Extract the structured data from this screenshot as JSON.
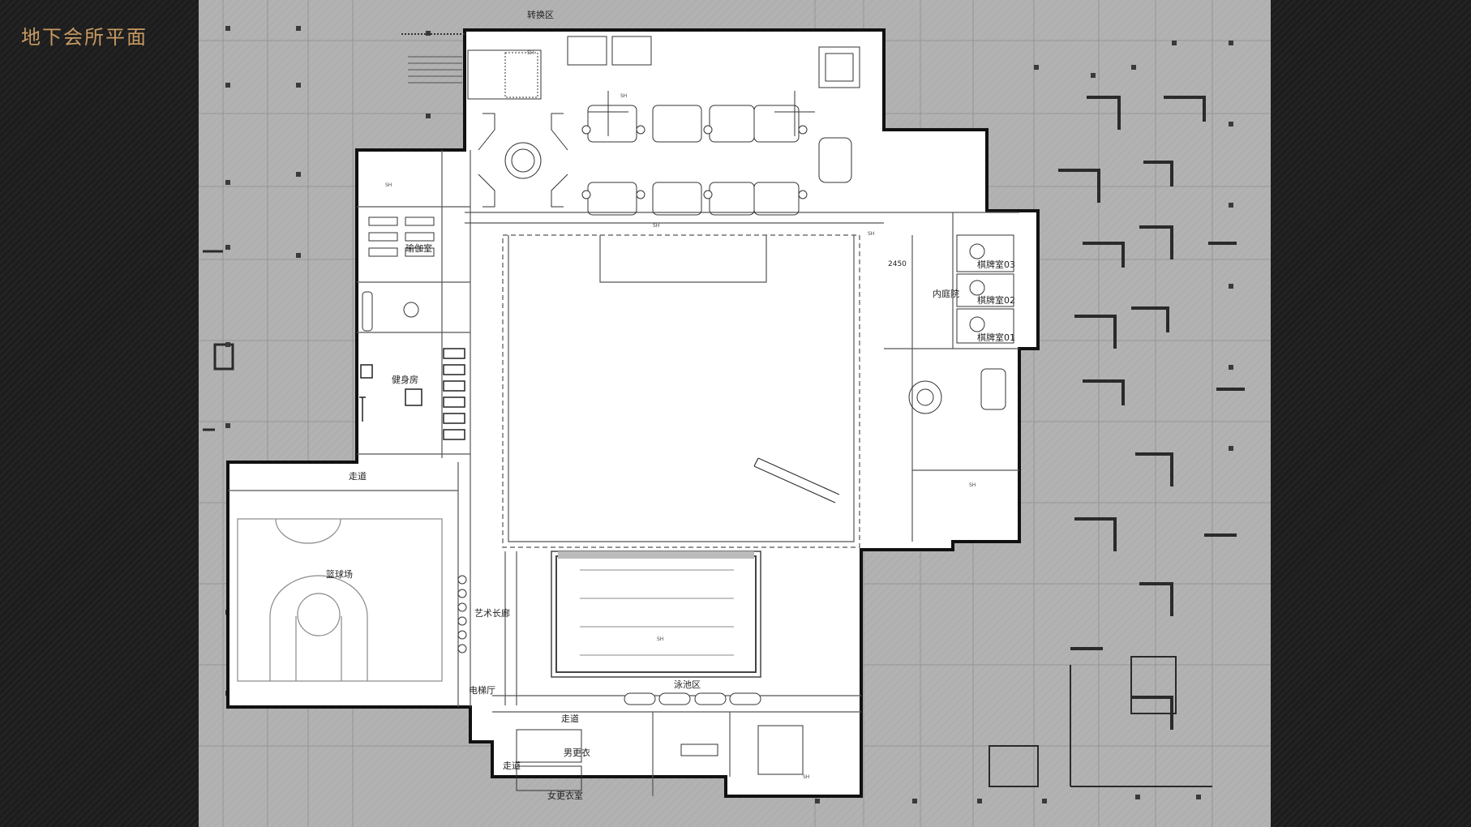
{
  "page": {
    "title": "地下会所平面"
  },
  "plan": {
    "rooms": {
      "transfer_zone": "转换区",
      "inner_courtyard": "内庭院",
      "chess_room_03": "棋牌室03",
      "chess_room_02": "棋牌室02",
      "chess_room_01": "棋牌室01",
      "yoga_room": "瑜伽室",
      "gym": "健身房",
      "corridor_top": "走道",
      "basketball_court": "篮球场",
      "art_gallery": "艺术长廊",
      "pool_area": "泳池区",
      "elevator_hall": "电梯厅",
      "corridor_lower": "走道",
      "mens_locker": "男更衣",
      "corridor_left": "走道",
      "womens_locker": "女更衣室"
    },
    "dimension": "2450"
  },
  "colors": {
    "title": "#c89a62",
    "paper": "#aeaeae",
    "building": "#ffffff",
    "wall": "#111111"
  }
}
